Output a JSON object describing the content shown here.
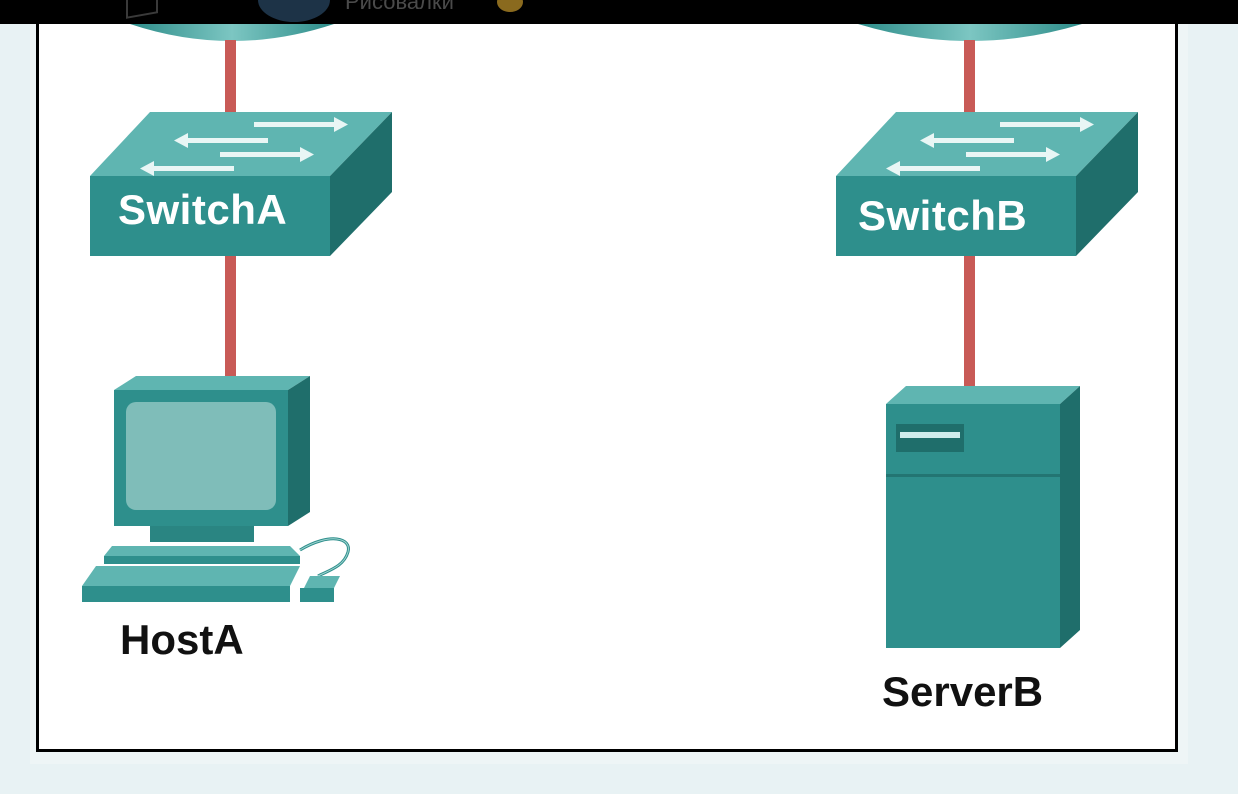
{
  "top_bar": {
    "title": "Рисовалки",
    "background": "#000000"
  },
  "diagram": {
    "nodes": {
      "switch_a": {
        "label": "SwitchA",
        "type": "switch"
      },
      "switch_b": {
        "label": "SwitchB",
        "type": "switch"
      },
      "host_a": {
        "label": "HostA",
        "type": "pc"
      },
      "server_b": {
        "label": "ServerB",
        "type": "server"
      }
    },
    "links": [
      {
        "from": "router-left",
        "to": "SwitchA"
      },
      {
        "from": "SwitchA",
        "to": "HostA"
      },
      {
        "from": "router-right",
        "to": "SwitchB"
      },
      {
        "from": "SwitchB",
        "to": "ServerB"
      }
    ],
    "colors": {
      "device": "#2e8f8c",
      "device_dark": "#1f6e6b",
      "device_light": "#5fb5b1",
      "link": "#c85a56",
      "label": "#111111"
    }
  }
}
